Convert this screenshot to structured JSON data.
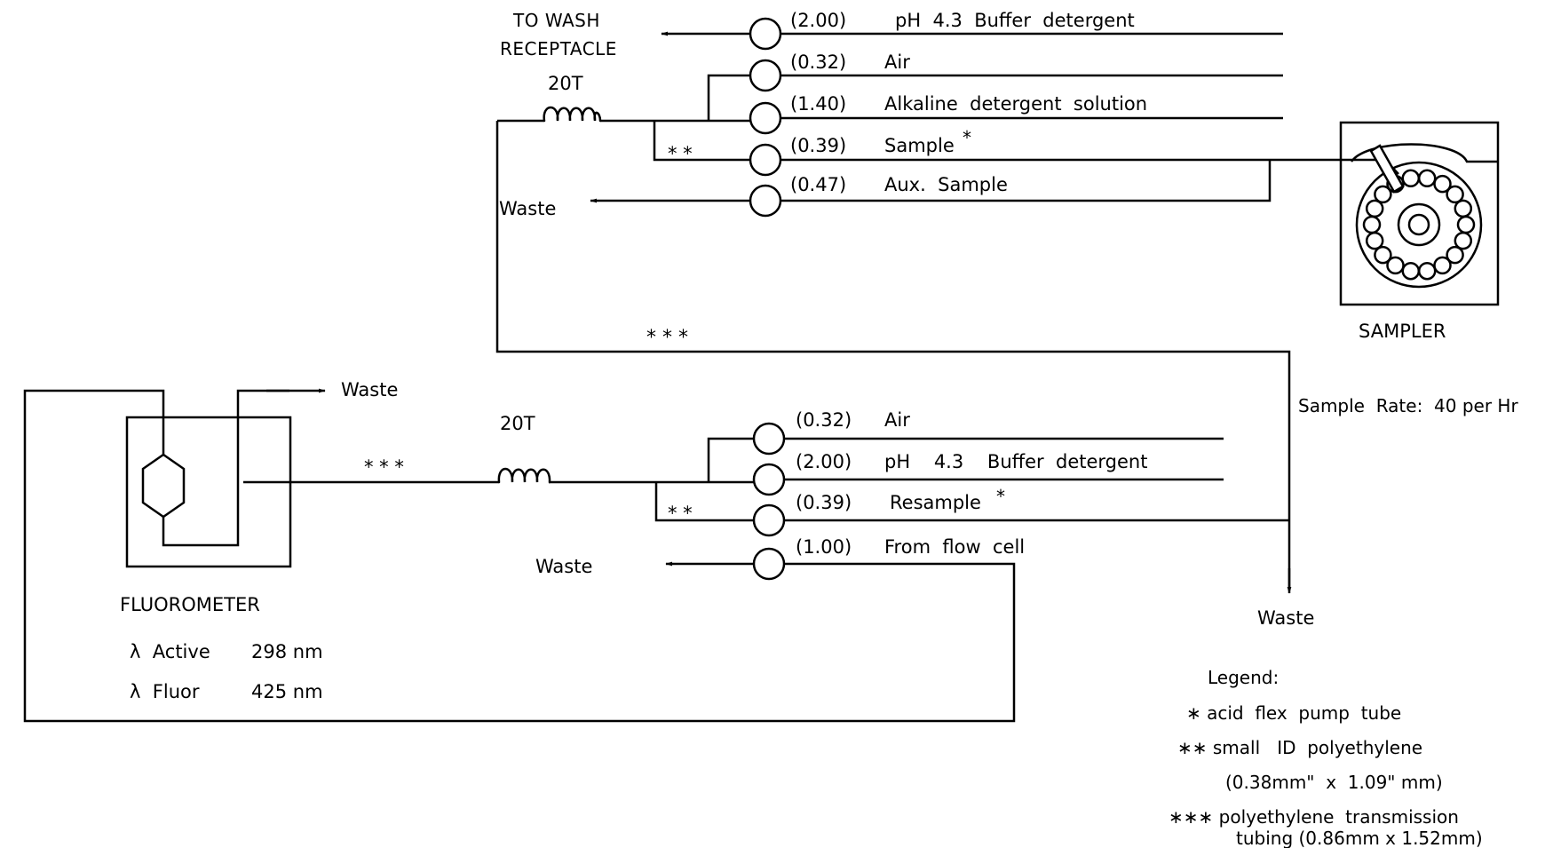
{
  "top_manifold": {
    "wash_label_1": "TO WASH",
    "wash_label_2": "RECEPTACLE",
    "coil_label": "20T",
    "waste_label": "Waste",
    "channels": [
      {
        "rate": "(2.00)",
        "label": "pH  4.3  Buffer  detergent"
      },
      {
        "rate": "(0.32)",
        "label": "Air"
      },
      {
        "rate": "(1.40)",
        "label": "Alkaline  detergent  solution"
      },
      {
        "rate": "(0.39)",
        "label": "Sample",
        "mark": "*"
      },
      {
        "rate": "(0.47)",
        "label": "Aux.  Sample"
      }
    ],
    "tube_mark_double": "* *",
    "tube_mark_triple": "* * *"
  },
  "sampler": {
    "label": "SAMPLER",
    "rate_text": "Sample  Rate:  40 per Hr"
  },
  "bottom_manifold": {
    "coil_label": "20T",
    "waste_label_left": "Waste",
    "waste_label_right": "Waste",
    "tube_mark_triple": "* * *",
    "tube_mark_double": "* *",
    "channels": [
      {
        "rate": "(0.32)",
        "label": "Air"
      },
      {
        "rate": "(2.00)",
        "label": "pH    4.3    Buffer  detergent"
      },
      {
        "rate": "(0.39)",
        "label": "Resample",
        "mark": "*"
      },
      {
        "rate": "(1.00)",
        "label": "From  flow  cell"
      }
    ]
  },
  "fluorometer": {
    "waste_label": "Waste",
    "label": "FLUOROMETER",
    "rows": [
      {
        "name": "λ  Active",
        "value": "298 nm"
      },
      {
        "name": "λ  Fluor",
        "value": "425 nm"
      }
    ]
  },
  "legend": {
    "title": "Legend:",
    "items": [
      "∗ acid  flex  pump  tube",
      "∗∗ small   ID  polyethylene",
      "(0.38mm\"  x  1.09\" mm)",
      "∗∗∗ polyethylene  transmission",
      "tubing (0.86mm x 1.52mm)"
    ]
  }
}
